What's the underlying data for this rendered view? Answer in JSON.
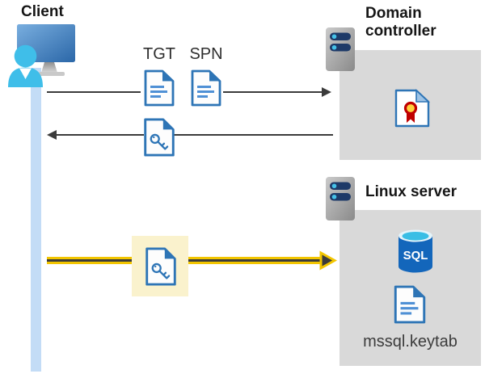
{
  "diagram": {
    "client": {
      "label": "Client"
    },
    "tickets": {
      "tgt": "TGT",
      "spn": "SPN"
    },
    "domain_controller": {
      "label": "Domain controller"
    },
    "linux_server": {
      "label": "Linux server",
      "sql_badge": "SQL",
      "keytab_file": "mssql.keytab"
    }
  },
  "icons": {
    "client": "user-at-monitor-icon",
    "tgt": "document-icon",
    "spn": "document-icon",
    "ticket_response": "key-document-icon",
    "service_ticket": "key-document-icon",
    "domain_controller": "server-icon",
    "linux_server": "server-icon",
    "certificate": "certificate-document-icon",
    "database": "sql-database-cylinder-icon",
    "keytab": "document-icon"
  },
  "colors": {
    "doc_blue": "#2E75B6",
    "doc_line_blue": "#4F90D5",
    "timeline_blue": "#C3DCF6",
    "panel_gray": "#D9D9D9",
    "arrow_dark": "#3B3B3B",
    "arrow_yellow": "#F2C500",
    "highlight_yellow": "#FAF2CD",
    "server_bar_navy": "#1E3A68",
    "server_dot_cyan": "#46C2E8",
    "sql_body_blue": "#1366BB",
    "sql_top_cyan": "#39BEE5",
    "cert_red": "#C00000",
    "cert_gold": "#FFD23E",
    "person_cyan": "#3FBEE9"
  }
}
